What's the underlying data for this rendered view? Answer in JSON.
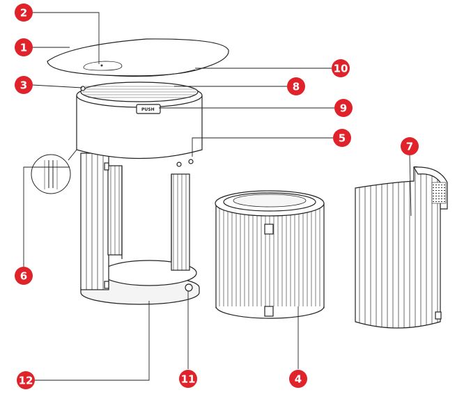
{
  "diagram": {
    "callout_color": "#e0232b",
    "line_color": "#222222",
    "callouts": [
      {
        "id": "1",
        "label": "1"
      },
      {
        "id": "2",
        "label": "2"
      },
      {
        "id": "3",
        "label": "3"
      },
      {
        "id": "4",
        "label": "4"
      },
      {
        "id": "5",
        "label": "5"
      },
      {
        "id": "6",
        "label": "6"
      },
      {
        "id": "7",
        "label": "7"
      },
      {
        "id": "8",
        "label": "8"
      },
      {
        "id": "9",
        "label": "9"
      },
      {
        "id": "10",
        "label": "10"
      },
      {
        "id": "11",
        "label": "11"
      },
      {
        "id": "12",
        "label": "12"
      }
    ],
    "push_button_text": "PUSH",
    "parts": [
      "top-cover",
      "main-body",
      "cylindrical-filter",
      "filter-cover-shell",
      "base"
    ]
  }
}
